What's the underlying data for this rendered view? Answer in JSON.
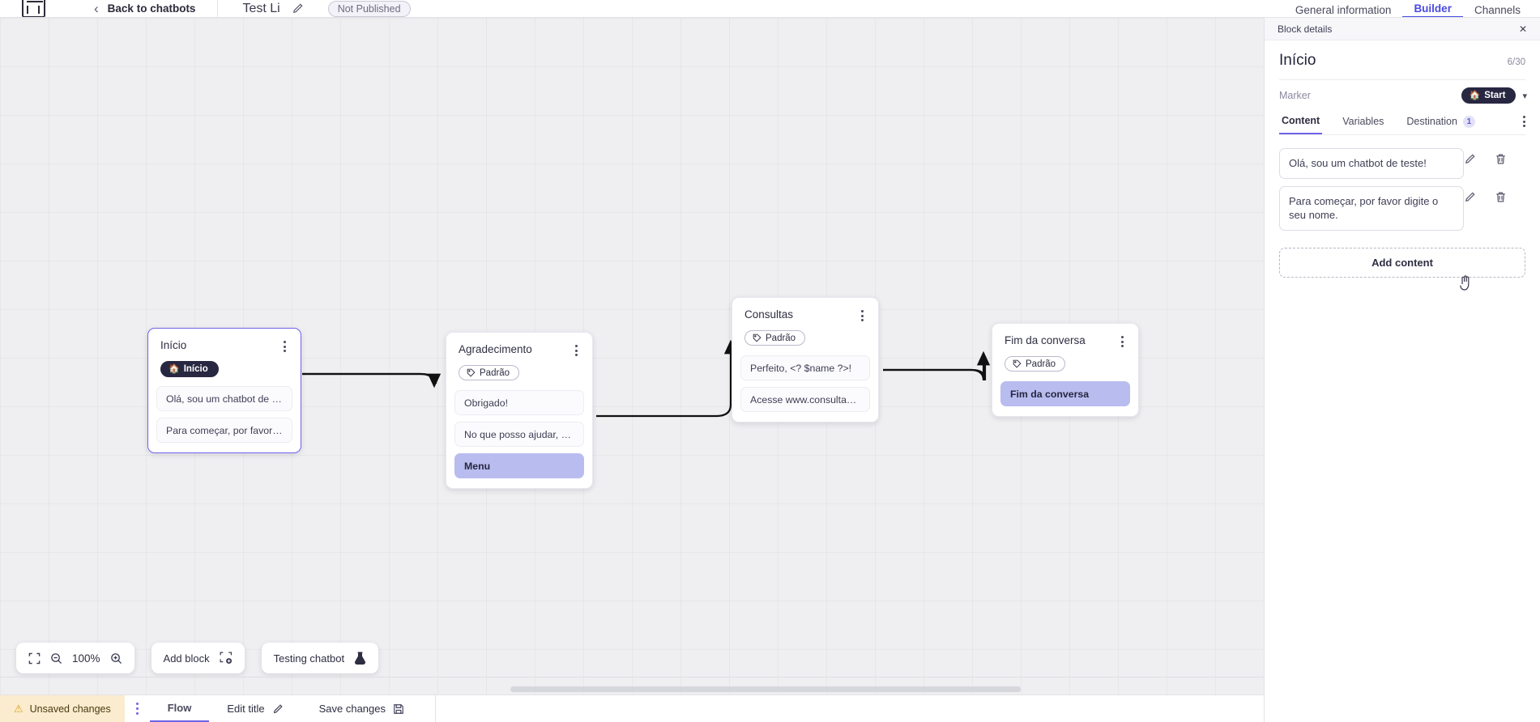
{
  "topbar": {
    "logo_icon": "app-logo-icon",
    "back_chevron_icon": "chevron-left-icon",
    "back_label": "Back to chatbots",
    "bot_title": "Test Li",
    "edit_title_icon": "pencil-icon",
    "publish_status": "Not Published"
  },
  "topnav": {
    "tabs": [
      {
        "label": "General information",
        "active": false
      },
      {
        "label": "Builder",
        "active": true
      },
      {
        "label": "Channels",
        "active": false
      }
    ]
  },
  "canvas": {
    "nodes": [
      {
        "title": "Início",
        "tag": {
          "label": "Início",
          "icon": "home-icon",
          "style": "start"
        },
        "selected": true,
        "kebab_icon": "kebab-menu-icon",
        "items": [
          {
            "text": "Olá, sou um chatbot de teste!",
            "style": "default"
          },
          {
            "text": "Para começar, por favor digite o ...",
            "style": "default"
          }
        ]
      },
      {
        "title": "Agradecimento",
        "tag": {
          "label": "Padrão",
          "icon": "tag-icon",
          "style": "default"
        },
        "selected": false,
        "kebab_icon": "kebab-menu-icon",
        "items": [
          {
            "text": "Obrigado!",
            "style": "default"
          },
          {
            "text": "No que posso ajudar, <? $name ...",
            "style": "default"
          },
          {
            "text": "Menu",
            "style": "highlight"
          }
        ]
      },
      {
        "title": "Consultas",
        "tag": {
          "label": "Padrão",
          "icon": "tag-icon",
          "style": "default"
        },
        "selected": false,
        "kebab_icon": "kebab-menu-icon",
        "items": [
          {
            "text": "Perfeito, <? $name ?>!",
            "style": "default"
          },
          {
            "text": "Acesse www.consultas.com par...",
            "style": "default"
          }
        ]
      },
      {
        "title": "Fim da conversa",
        "tag": {
          "label": "Padrão",
          "icon": "tag-icon",
          "style": "default"
        },
        "selected": false,
        "kebab_icon": "kebab-menu-icon",
        "items": [
          {
            "text": "Fim da conversa",
            "style": "highlight"
          }
        ]
      }
    ]
  },
  "floating_toolbar": {
    "fit_icon": "fit-screen-icon",
    "zoom_out_icon": "zoom-out-icon",
    "zoom_level": "100%",
    "zoom_in_icon": "zoom-in-icon",
    "add_block_label": "Add block",
    "add_block_icon": "add-block-icon",
    "testing_label": "Testing chatbot",
    "testing_icon": "flask-icon"
  },
  "statusbar": {
    "unsaved_label": "Unsaved changes",
    "warning_icon": "warning-triangle-icon",
    "kebab_icon": "kebab-menu-icon",
    "flow_label": "Flow",
    "edit_title_label": "Edit title",
    "edit_title_icon": "pencil-icon",
    "save_label": "Save changes",
    "save_icon": "save-disk-icon"
  },
  "panel": {
    "header_label": "Block details",
    "close_icon": "close-icon",
    "title": "Início",
    "counter": "6/30",
    "marker_label": "Marker",
    "marker_value": "Start",
    "marker_icon": "home-icon",
    "marker_chevron_icon": "chevron-down-icon",
    "tabs": [
      {
        "label": "Content",
        "active": true,
        "badge": ""
      },
      {
        "label": "Variables",
        "active": false,
        "badge": ""
      },
      {
        "label": "Destination",
        "active": false,
        "badge": "1"
      }
    ],
    "tabs_kebab_icon": "kebab-menu-icon",
    "content_items": [
      {
        "text": "Olá, sou um chatbot de teste!",
        "edit_icon": "pencil-icon",
        "delete_icon": "trash-icon"
      },
      {
        "text": "Para começar, por favor digite o seu nome.",
        "edit_icon": "pencil-icon",
        "delete_icon": "trash-icon"
      }
    ],
    "add_content_label": "Add content"
  },
  "colors": {
    "accent": "#6f63e8",
    "accent_link": "#4a4ae2",
    "canvas_bg": "#efeff1",
    "highlight_chip": "#b8bcee",
    "warning_bg": "#fbeccf",
    "start_badge": "#272742"
  }
}
